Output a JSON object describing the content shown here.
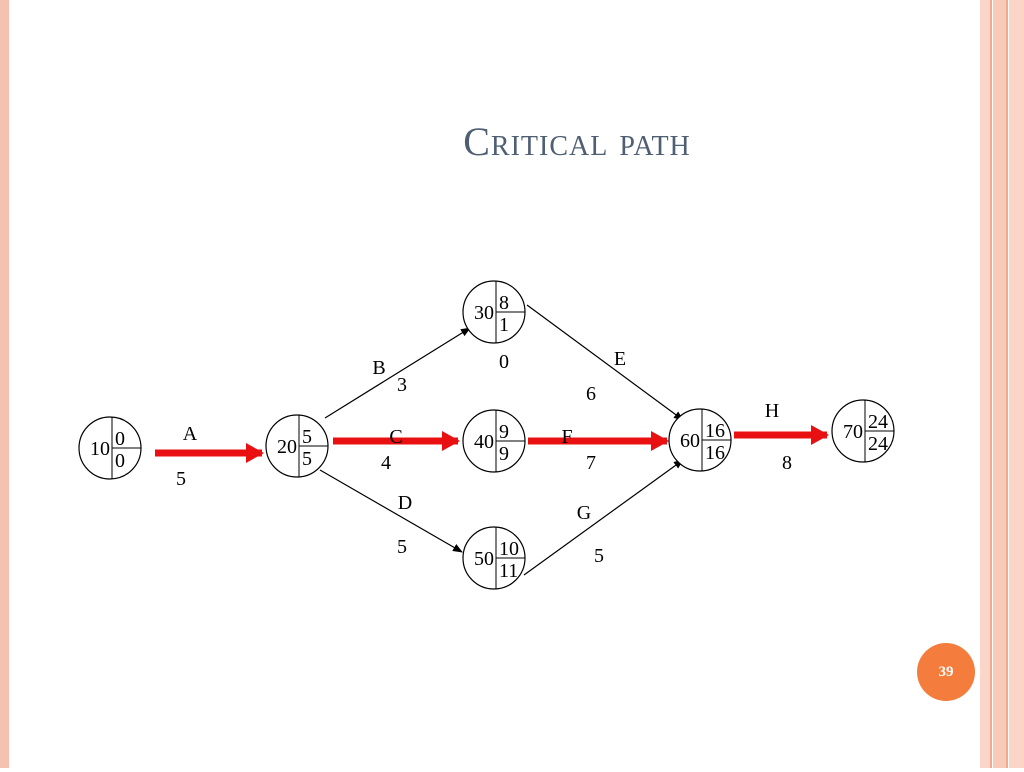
{
  "slide": {
    "title": "Critical path",
    "slide_number": "39"
  },
  "colors": {
    "critical": "#e81010",
    "normal": "#000000",
    "title": "#4f5f73",
    "accent": "#f47c3c",
    "border": "#f6c2b0"
  },
  "nodes": [
    {
      "id": "10",
      "top": "0",
      "bottom": "0"
    },
    {
      "id": "20",
      "top": "5",
      "bottom": "5"
    },
    {
      "id": "30",
      "top": "8",
      "bottom": "1"
    },
    {
      "id": "40",
      "top": "9",
      "bottom": "9"
    },
    {
      "id": "50",
      "top": "10",
      "bottom": "11"
    },
    {
      "id": "60",
      "top": "16",
      "bottom": "16"
    },
    {
      "id": "70",
      "top": "24",
      "bottom": "24"
    }
  ],
  "extra_text": [
    "0"
  ],
  "activities": [
    {
      "name": "A",
      "duration": "5",
      "from": "10",
      "to": "20",
      "critical": true
    },
    {
      "name": "B",
      "duration": "3",
      "from": "20",
      "to": "30",
      "critical": false
    },
    {
      "name": "C",
      "duration": "4",
      "from": "20",
      "to": "40",
      "critical": true
    },
    {
      "name": "D",
      "duration": "5",
      "from": "20",
      "to": "50",
      "critical": false
    },
    {
      "name": "E",
      "duration": "6",
      "from": "30",
      "to": "60",
      "critical": false
    },
    {
      "name": "F",
      "duration": "7",
      "from": "40",
      "to": "60",
      "critical": true
    },
    {
      "name": "G",
      "duration": "5",
      "from": "50",
      "to": "60",
      "critical": false
    },
    {
      "name": "H",
      "duration": "8",
      "from": "60",
      "to": "70",
      "critical": true
    }
  ]
}
